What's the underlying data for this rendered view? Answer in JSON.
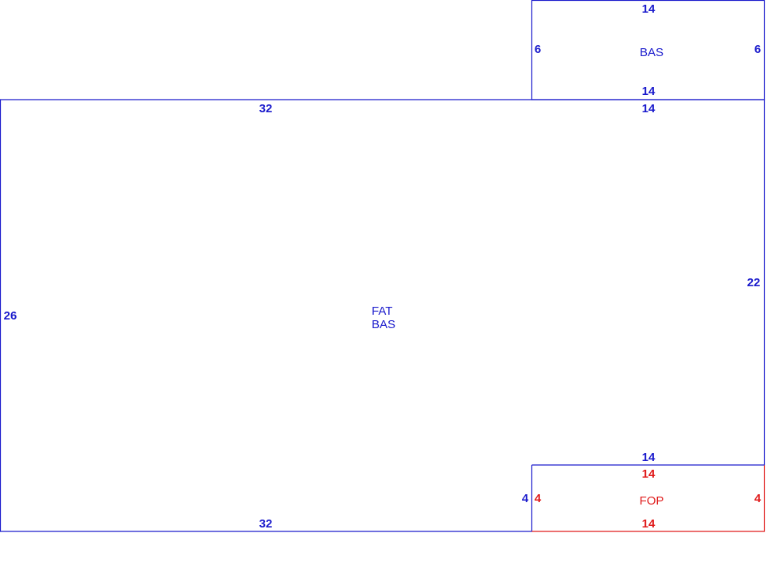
{
  "colors": {
    "blue": "#1a1acc",
    "red": "#e01a1a"
  },
  "rooms": {
    "bas_top": {
      "name": "BAS",
      "top": "14",
      "bottom": "14",
      "left": "6",
      "right": "6"
    },
    "fat_bas": {
      "name_line1": "FAT",
      "name_line2": "BAS",
      "top_left": "32",
      "top_right": "14",
      "bottom_left": "32",
      "bottom_right": "14",
      "left": "26",
      "right": "22",
      "inner_left": "4"
    },
    "fop": {
      "name": "FOP",
      "top": "14",
      "bottom": "14",
      "left": "4",
      "right": "4"
    }
  }
}
